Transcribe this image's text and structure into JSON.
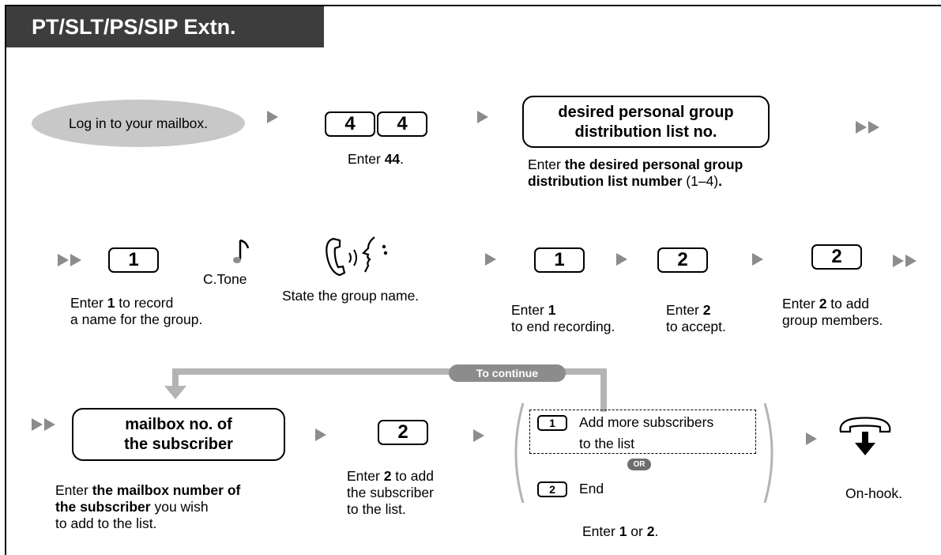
{
  "header": {
    "title": "PT/SLT/PS/SIP Extn."
  },
  "row1": {
    "login_label": "Log in to your mailbox.",
    "key_4a": "4",
    "key_4b": "4",
    "enter44_pre": "Enter ",
    "enter44_bold": "44",
    "enter44_post": ".",
    "list_box_line1": "desired personal group",
    "list_box_line2": "distribution list no.",
    "list_desc_pre": "Enter ",
    "list_desc_bold1": "the desired personal group",
    "list_desc_bold2": "distribution list number",
    "list_desc_post": " (1–4)",
    "list_desc_end": "."
  },
  "row2": {
    "key_1": "1",
    "record_pre": "Enter ",
    "record_bold": "1",
    "record_post": " to record",
    "record_line2": "a name for the group.",
    "ctone_label": "C.Tone",
    "state_label": "State the group name.",
    "key_end": "1",
    "end_pre": "Enter ",
    "end_bold": "1",
    "end_line2": "to end recording.",
    "key_accept": "2",
    "accept_pre": "Enter ",
    "accept_bold": "2",
    "accept_line2": "to accept.",
    "key_add": "2",
    "add_pre": "Enter ",
    "add_bold": "2",
    "add_post": " to add",
    "add_line2": "group members."
  },
  "row3": {
    "continue_label": "To continue",
    "mailbox_line1": "mailbox no. of",
    "mailbox_line2": "the subscriber",
    "mailbox_desc_pre": "Enter ",
    "mailbox_desc_bold1": "the mailbox number of",
    "mailbox_desc_bold2": "the subscriber",
    "mailbox_desc_post": " you wish",
    "mailbox_desc_line3": "to add to the list.",
    "key_2": "2",
    "add_sub_pre": "Enter ",
    "add_sub_bold": "2",
    "add_sub_post": " to add",
    "add_sub_line2": "the subscriber",
    "add_sub_line3": "to the list.",
    "opt1_key": "1",
    "opt1_line1": "Add more subscribers",
    "opt1_line2": "to the list",
    "or_label": "OR",
    "opt2_key": "2",
    "opt2_label": "End",
    "choose_pre": "Enter ",
    "choose_b1": "1",
    "choose_mid": " or ",
    "choose_b2": "2",
    "choose_post": ".",
    "onhook_label": "On-hook."
  },
  "colors": {
    "title_bg": "#3d3d3d",
    "arrow": "#8c8c8c",
    "ellipse": "#c8c8c8",
    "connector": "#b4b4b4"
  }
}
